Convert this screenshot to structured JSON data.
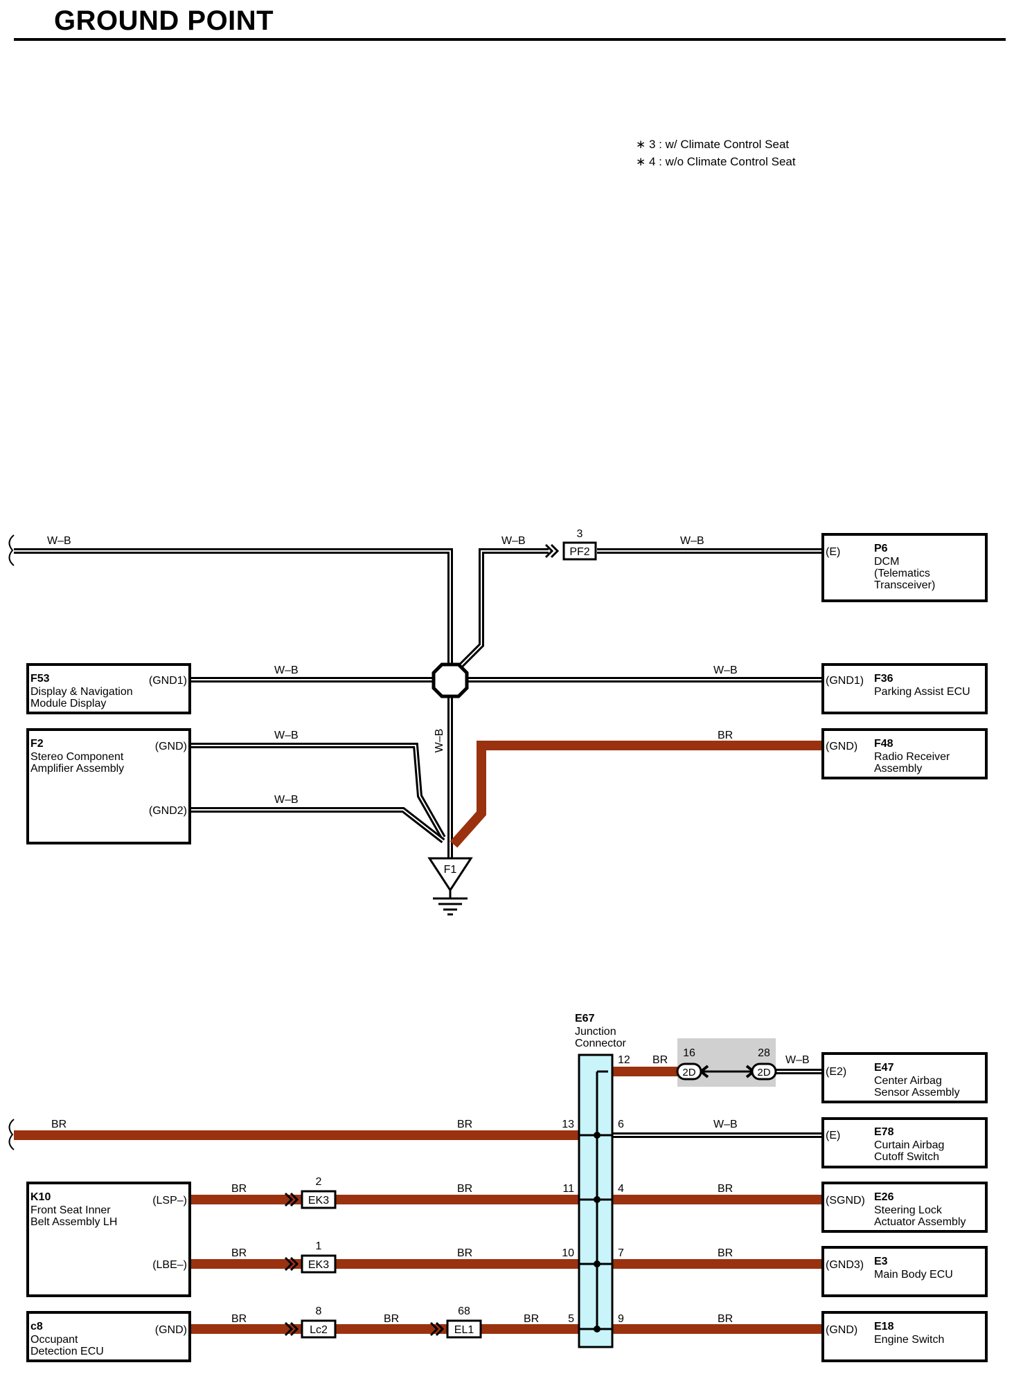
{
  "title": "GROUND POINT",
  "notes": [
    "∗ 3 : w/ Climate Control Seat",
    "∗ 4 : w/o Climate Control Seat"
  ],
  "colors": {
    "wire_br": "#9a3210",
    "wire_wb": "#000000",
    "junction_fill": "#c8f4fa",
    "connector_bg": "#d0d0d0"
  },
  "wire_labels": {
    "wb": "W–B",
    "br": "BR"
  },
  "ground": {
    "label": "F1"
  },
  "upper": {
    "pf2": {
      "pin": "3",
      "label": "PF2"
    },
    "components": {
      "p6": {
        "id": "P6",
        "pin": "(E)",
        "name": [
          "DCM",
          "(Telematics",
          " Transceiver)"
        ]
      },
      "f53": {
        "id": "F53",
        "pin": "(GND1)",
        "name": [
          "Display & Navigation",
          "Module Display"
        ]
      },
      "f36": {
        "id": "F36",
        "pin": "(GND1)",
        "name": [
          "Parking Assist ECU"
        ]
      },
      "f2": {
        "id": "F2",
        "pins": [
          "(GND)",
          "(GND2)"
        ],
        "name": [
          "Stereo Component",
          "Amplifier Assembly"
        ]
      },
      "f48": {
        "id": "F48",
        "pin": "(GND)",
        "name": [
          "Radio Receiver",
          "Assembly"
        ]
      }
    }
  },
  "lower": {
    "junction": {
      "id": "E67",
      "name": [
        "Junction",
        "Connector"
      ],
      "pins_left": [
        "13",
        "11",
        "10",
        "5"
      ],
      "pins_right": [
        "12",
        "6",
        "4",
        "7",
        "9"
      ]
    },
    "connector_2d": {
      "pin_left": "16",
      "pin_right": "28",
      "label": "2D"
    },
    "ek3_top": {
      "pin": "2",
      "label": "EK3"
    },
    "ek3_bottom": {
      "pin": "1",
      "label": "EK3"
    },
    "lc2": {
      "pin": "8",
      "label": "Lc2"
    },
    "el1": {
      "pin": "68",
      "label": "EL1"
    },
    "components": {
      "e47": {
        "id": "E47",
        "pin": "(E2)",
        "name": [
          "Center Airbag",
          "Sensor Assembly"
        ]
      },
      "e78": {
        "id": "E78",
        "pin": "(E)",
        "name": [
          "Curtain Airbag",
          "Cutoff Switch"
        ]
      },
      "e26": {
        "id": "E26",
        "pin": "(SGND)",
        "name": [
          "Steering Lock",
          "Actuator Assembly"
        ]
      },
      "e3": {
        "id": "E3",
        "pin": "(GND3)",
        "name": [
          "Main Body ECU"
        ]
      },
      "e18": {
        "id": "E18",
        "pin": "(GND)",
        "name": [
          "Engine Switch"
        ]
      },
      "k10": {
        "id": "K10",
        "pins": [
          "(LSP–)",
          "(LBE–)"
        ],
        "name": [
          "Front Seat Inner",
          "Belt Assembly LH"
        ]
      },
      "c8": {
        "id": "c8",
        "pin": "(GND)",
        "name": [
          "Occupant",
          "Detection ECU"
        ]
      }
    }
  }
}
